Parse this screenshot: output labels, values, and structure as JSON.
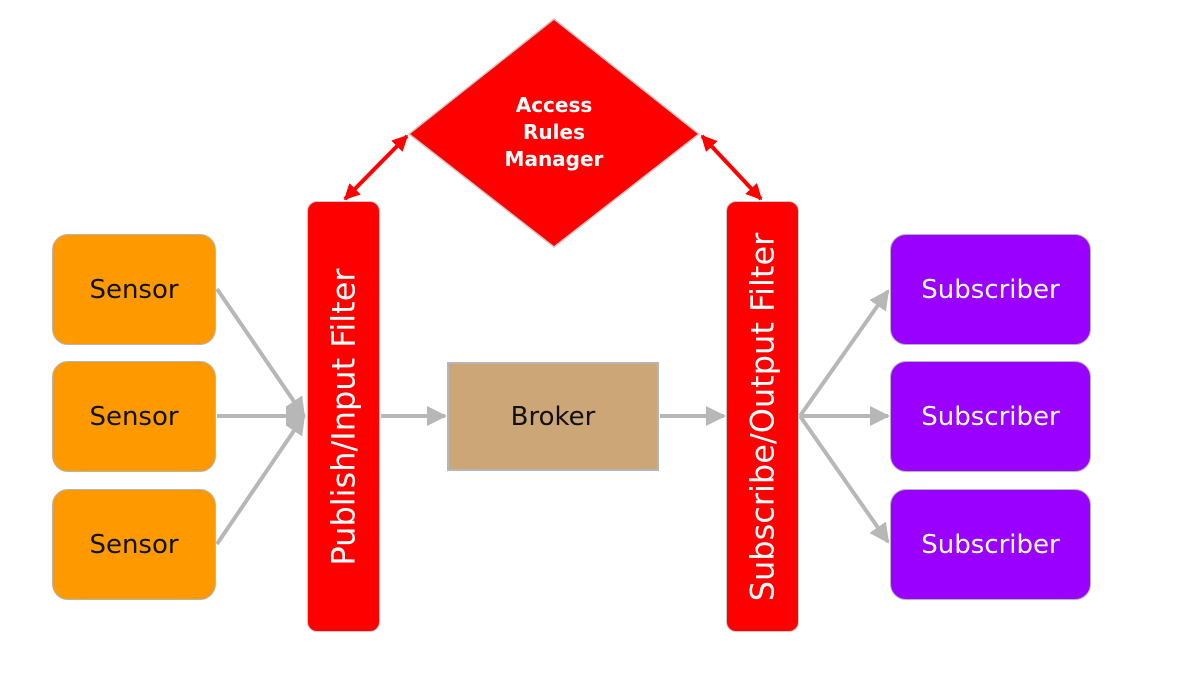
{
  "colors": {
    "sensor": "#ff9900",
    "filter": "#ff0000",
    "broker": "#cca677",
    "subscriber": "#9900ff",
    "gray_arrow": "#b7b7b7",
    "red_arrow": "#ff0000"
  },
  "access_manager": {
    "lines": [
      "Access",
      "Rules",
      "Manager"
    ]
  },
  "sensors": [
    {
      "label": "Sensor"
    },
    {
      "label": "Sensor"
    },
    {
      "label": "Sensor"
    }
  ],
  "publish_filter": {
    "label": "Publish/Input Filter"
  },
  "broker": {
    "label": "Broker"
  },
  "subscribe_filter": {
    "label": "Subscribe/Output Filter"
  },
  "subscribers": [
    {
      "label": "Subscriber"
    },
    {
      "label": "Subscriber"
    },
    {
      "label": "Subscriber"
    }
  ]
}
